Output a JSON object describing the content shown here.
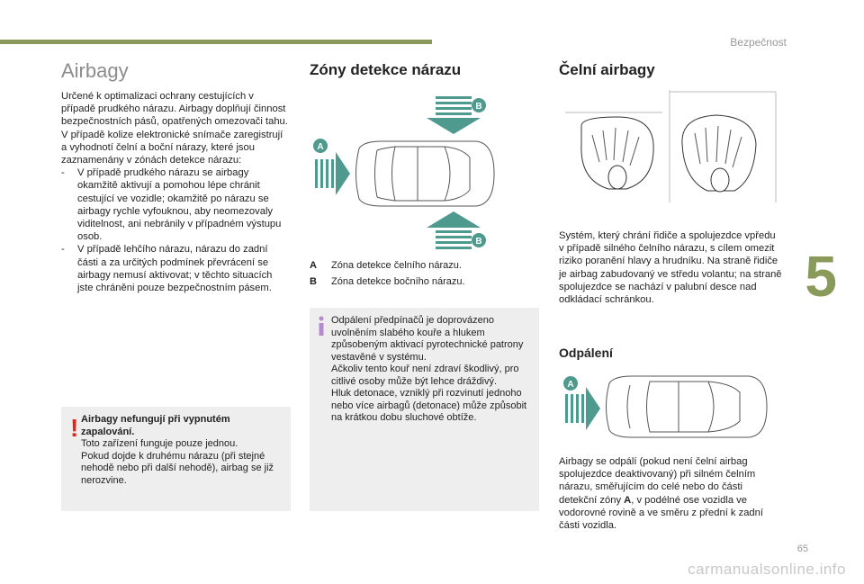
{
  "header": {
    "section": "Bezpečnost"
  },
  "chapter": "5",
  "page_number": "65",
  "watermark": "carmanualsonline.info",
  "col1": {
    "title": "Airbagy",
    "intro": "Určené k optimalizaci ochrany cestujících v případě prudkého nárazu. Airbagy doplňují činnost bezpečnostních pásů, opatřených omezovači tahu.",
    "intro2": "V případě kolize elektronické snímače zaregistrují a vyhodnotí čelní a boční nárazy, které jsou zaznamenány v zónách detekce nárazu:",
    "bullets": [
      "V případě prudkého nárazu se airbagy okamžitě aktivují a pomohou lépe chránit cestující ve vozidle; okamžitě po nárazu se airbagy rychle vyfouknou, aby neomezovaly viditelnost, ani nebránily v případném výstupu osob.",
      "V případě lehčího nárazu, nárazu do zadní části a za určitých podmínek převrácení se airbagy nemusí aktivovat; v těchto situacích jste chráněni pouze bezpečnostním pásem."
    ],
    "bullet_marker": "-",
    "warning": {
      "icon": "!",
      "title": "Airbagy nefungují při vypnutém zapalování.",
      "line1": "Toto zařízení funguje pouze jednou.",
      "line2": "Pokud dojde k druhému nárazu (při stejné nehodě nebo při další nehodě), airbag se již nerozvine."
    }
  },
  "col2": {
    "title": "Zóny detekce nárazu",
    "diagram_labels": {
      "a": "A",
      "b_top": "B",
      "b_bottom": "B"
    },
    "legend": [
      {
        "key": "A",
        "text": "Zóna detekce čelního nárazu."
      },
      {
        "key": "B",
        "text": "Zóna detekce bočního nárazu."
      }
    ],
    "info": {
      "p1": "Odpálení předpínačů je doprovázeno uvolněním slabého kouře a hlukem způsobeným aktivací pyrotechnické patrony vestavěné v systému.",
      "p2": "Ačkoliv tento kouř není zdraví škodlivý, pro citlivé osoby může být lehce dráždivý.",
      "p3": "Hluk detonace, vzniklý při rozvinutí jednoho nebo více airbagů (detonace) může způsobit na krátkou dobu sluchové obtíže."
    }
  },
  "col3": {
    "title": "Čelní airbagy",
    "text": "Systém, který chrání řidiče a spolujezdce vpředu v případě silného čelního nárazu, s cílem omezit riziko poranění hlavy a hrudníku. Na straně řidiče je airbag zabudovaný ve středu volantu; na straně spolujezdce se nachází v palubní desce nad odkládací schránkou.",
    "subtitle": "Odpálení",
    "diagram_label": "A",
    "text2_a": "Airbagy se odpálí (pokud není čelní airbag spolujezdce deaktivovaný) při silném čelním nárazu, směřujícím do celé nebo do části detekční zóny ",
    "text2_key": "A",
    "text2_b": ", v podélné ose vozidla ve vodorovné rovině a ve směru z přední k zadní části vozidla."
  },
  "colors": {
    "accent": "#8a9a5b",
    "arrow": "#4f9a8f",
    "warning": "#e2241b",
    "info": "#b58ad1"
  }
}
